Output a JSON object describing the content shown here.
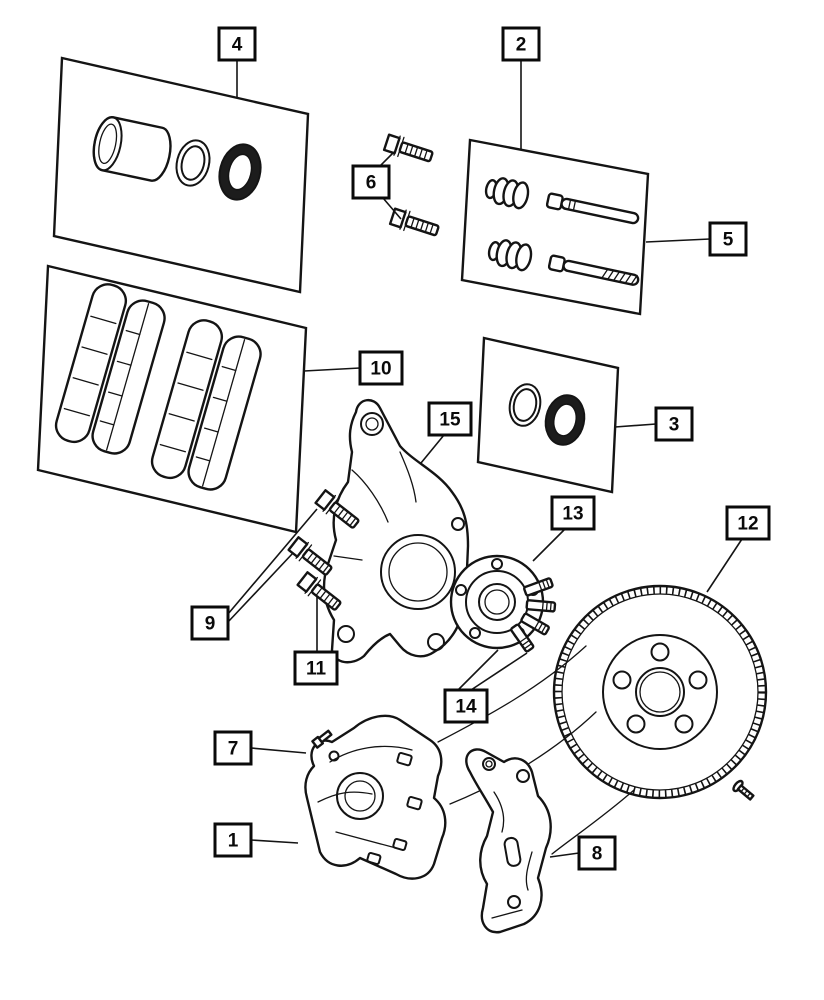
{
  "figure": {
    "background": "#ffffff",
    "line_color": "#141414",
    "callouts": {
      "c1": "1",
      "c2": "2",
      "c3": "3",
      "c4": "4",
      "c5": "5",
      "c6": "6",
      "c7": "7",
      "c8": "8",
      "c9": "9",
      "c10": "10",
      "c11": "11",
      "c12": "12",
      "c13": "13",
      "c14": "14",
      "c15": "15"
    }
  }
}
